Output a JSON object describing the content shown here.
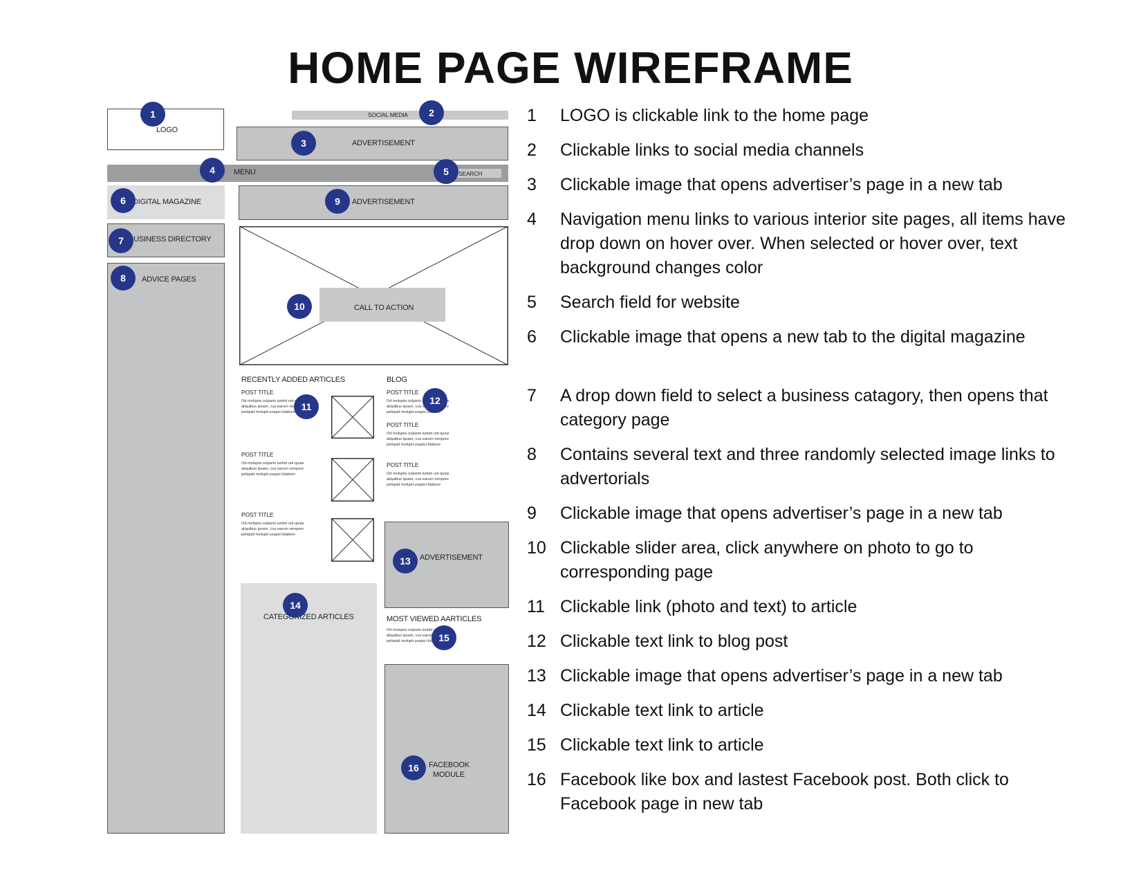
{
  "title": "HOME PAGE WIREFRAME",
  "wireframe": {
    "logo": "LOGO",
    "social_media": "SOCIAL MEDIA",
    "advertisement_top": "ADVERTISEMENT",
    "menu": "MENU",
    "search": "SEARCH",
    "digital_magazine": "DIGITAL MAGAZINE",
    "business_directory": "BUSINESS DIRECTORY",
    "advice_pages": "ADVICE PAGES",
    "advertisement_mid": "ADVERTISEMENT",
    "call_to_action": "CALL TO ACTION",
    "recently_added": "RECENTLY ADDED ARTICLES",
    "blog": "BLOG",
    "post_title": "POST TITLE",
    "lorem": "Od molupta culpario iuntist unt quias aliquibus ipsam, cus earum rempore peliquid molupti usapici blabore",
    "advertisement_side": "ADVERTISEMENT",
    "categorized_articles": "CATEGORIZED ARTICLES",
    "most_viewed": "MOST VIEWED AARTICLES",
    "facebook_module_1": "FACEBOOK",
    "facebook_module_2": "MODULE"
  },
  "badges": [
    "1",
    "2",
    "3",
    "4",
    "5",
    "6",
    "7",
    "8",
    "9",
    "10",
    "11",
    "12",
    "13",
    "14",
    "15",
    "16"
  ],
  "annotations": [
    {
      "num": "1",
      "text": "LOGO is clickable link to the home page"
    },
    {
      "num": "2",
      "text": "Clickable links to social media channels"
    },
    {
      "num": "3",
      "text": "Clickable image that opens advertiser’s page in a new tab"
    },
    {
      "num": "4",
      "text": "Navigation menu links to various interior site pages, all items have drop down on hover over. When selected or hover over, text background changes color"
    },
    {
      "num": "5",
      "text": "Search field for website"
    },
    {
      "num": "6",
      "text": "Clickable image that opens a new tab to the digital magazine"
    },
    {
      "num": "7",
      "text": "A drop down field to select a business catagory, then opens that category page"
    },
    {
      "num": "8",
      "text": "Contains several text and three randomly selected image links to advertorials"
    },
    {
      "num": "9",
      "text": "Clickable image that opens advertiser’s page in a new tab"
    },
    {
      "num": "10",
      "text": "Clickable slider area, click anywhere on photo to go to corresponding page"
    },
    {
      "num": "11",
      "text": "Clickable link (photo and text) to article"
    },
    {
      "num": "12",
      "text": "Clickable text link to blog post"
    },
    {
      "num": "13",
      "text": "Clickable image that opens advertiser’s page in a new tab"
    },
    {
      "num": "14",
      "text": "Clickable text link to article"
    },
    {
      "num": "15",
      "text": "Clickable text link to article"
    },
    {
      "num": "16",
      "text": "Facebook like box and lastest Facebook post. Both click to Facebook page in new tab"
    }
  ],
  "colors": {
    "badge": "#26378a",
    "gray_box": "#c3c4c6",
    "light_box": "#dcdddf",
    "menu_bar": "#9c9d9f"
  }
}
